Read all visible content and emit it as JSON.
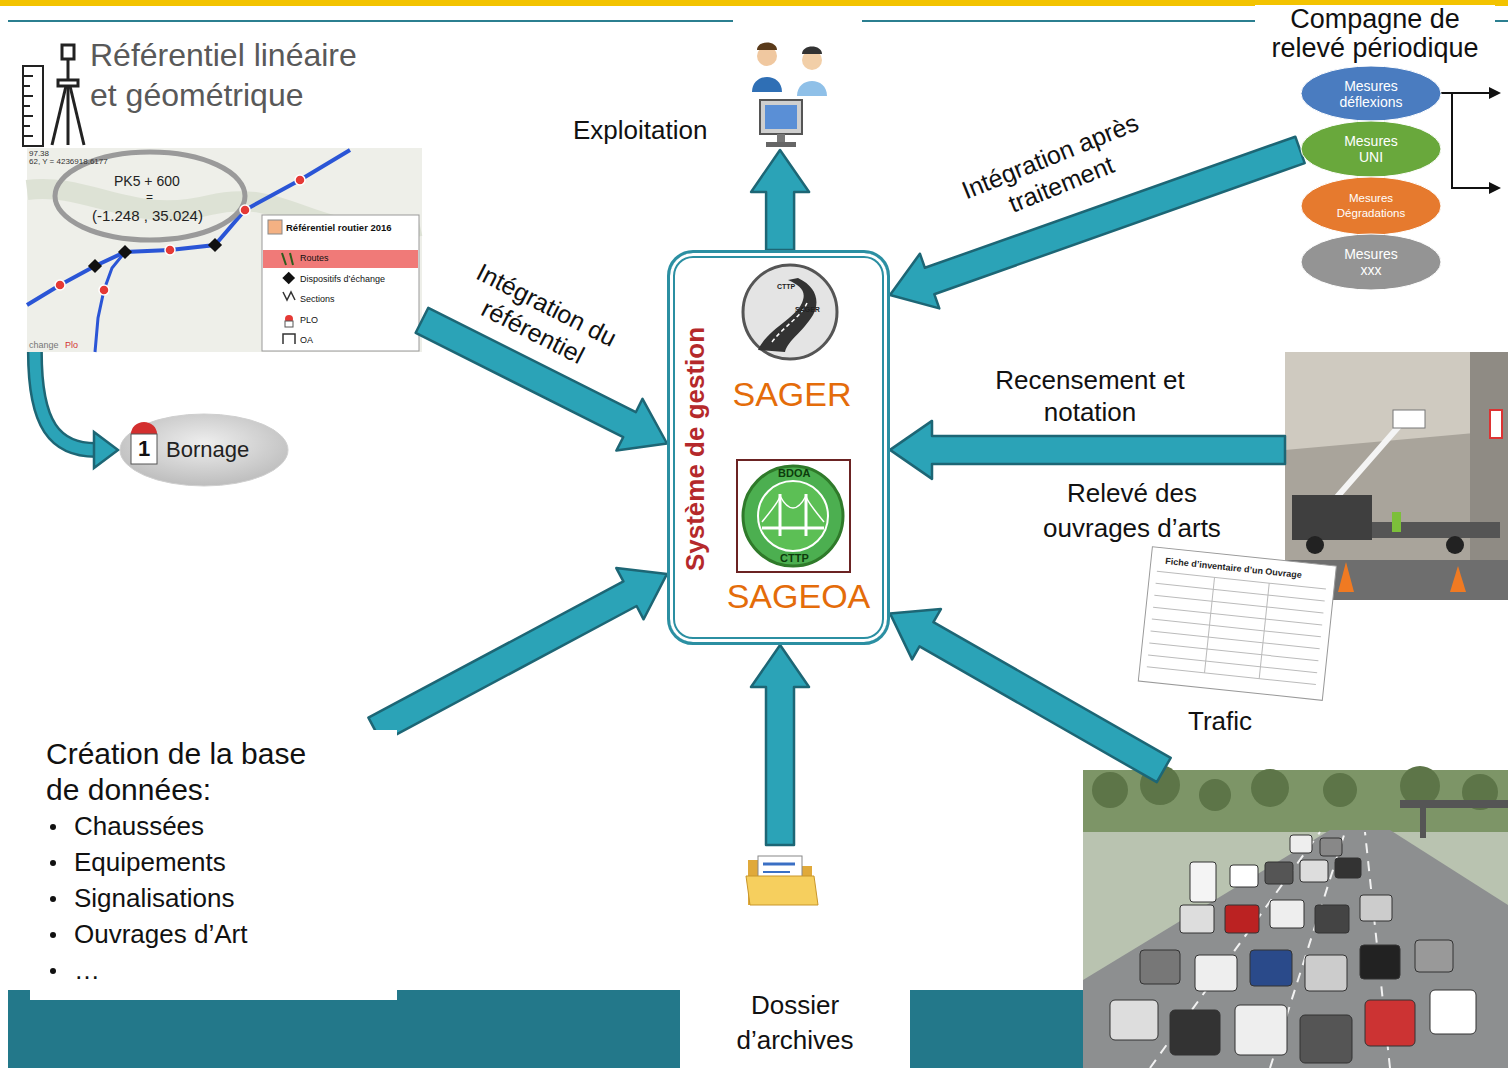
{
  "diagram": {
    "nodes": [
      {
        "text": [
          "Référentiel linéaire et géométrique"
        ]
      },
      {
        "text": [
          "Exploitation"
        ]
      },
      {
        "text": [
          "Compagne de relevé périodique"
        ]
      },
      {
        "text": [
          "Mesures déflexions"
        ],
        "in": 2
      },
      {
        "text": [
          "Mesures UNI"
        ],
        "in": 2
      },
      {
        "text": [
          "Mesures Dégradations"
        ],
        "in": 2
      },
      {
        "text": [
          "Mesures xxx"
        ],
        "in": 2
      },
      {
        "text": [
          "Système de gestion"
        ]
      },
      {
        "text": [
          "SAGER"
        ],
        "in": 7
      },
      {
        "text": [
          "SAGEOA"
        ],
        "in": 7
      },
      {
        "text": [
          "1",
          "Bornage"
        ]
      },
      {
        "text": [
          "Relevé des ouvrages d’arts"
        ]
      },
      {
        "text": [
          "Trafic"
        ]
      },
      {
        "text": [
          "Création de la base de données:",
          "Chaussées",
          "Equipements",
          "Signalisations",
          "Ouvrages d’Art",
          "…"
        ]
      },
      {
        "text": [
          "Dossier d’archives"
        ]
      }
    ],
    "edges": [
      {
        "from": 7,
        "to": 1,
        "arrow": "to"
      },
      {
        "from": 0,
        "to": 7,
        "label": "Intégration du référentiel",
        "arrow": "to"
      },
      {
        "from": 0,
        "to": 10,
        "arrow": "to"
      },
      {
        "from": 2,
        "to": 7,
        "label": "Intégration après traitement",
        "arrow": "to"
      },
      {
        "from": 11,
        "to": 7,
        "label": "Recensement et notation",
        "arrow": "to"
      },
      {
        "from": 12,
        "to": 7,
        "arrow": "to"
      },
      {
        "from": 13,
        "to": 7,
        "arrow": "to"
      },
      {
        "from": 14,
        "to": 7,
        "arrow": "to"
      }
    ],
    "labels": [
      "97.38",
      "62, Y = 4236918.6177",
      "PK5 + 600",
      "=",
      "(-1.248 , 35.024)",
      "Référentiel routier 2016",
      "Routes",
      "Dispositifs d’échange",
      "Sections",
      "PLO",
      "OA",
      "change",
      "Plo",
      "CTTP",
      "SAGER",
      "BDOA",
      "CTTP",
      "Fiche d’inventaire d’un Ouvrage"
    ]
  }
}
